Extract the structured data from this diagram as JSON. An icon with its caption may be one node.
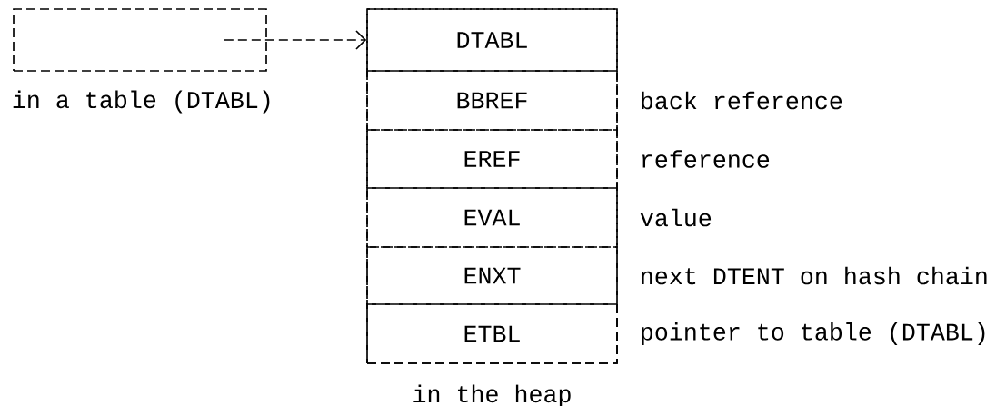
{
  "diagram": {
    "nodes": [
      {
        "text": [],
        "shape": "box",
        "beside": [
          "in a table (DTABL)"
        ]
      },
      {
        "text": [],
        "shape": "box",
        "beside": [
          "in the heap"
        ]
      },
      {
        "text": [
          "DTABL"
        ],
        "in": 1
      },
      {
        "text": [
          "BBREF"
        ],
        "in": 1,
        "beside": [
          "back reference"
        ]
      },
      {
        "text": [
          "EREF"
        ],
        "in": 1,
        "beside": [
          "reference"
        ]
      },
      {
        "text": [
          "EVAL"
        ],
        "in": 1,
        "beside": [
          "value"
        ]
      },
      {
        "text": [
          "ENXT"
        ],
        "in": 1,
        "beside": [
          "next DTENT on hash chain"
        ]
      },
      {
        "text": [
          "ETBL"
        ],
        "in": 1,
        "beside": [
          "pointer to table (DTABL)"
        ]
      }
    ],
    "edges": [
      {
        "from": 0,
        "to": 2,
        "arrow": "to",
        "style": "dashed"
      }
    ]
  }
}
